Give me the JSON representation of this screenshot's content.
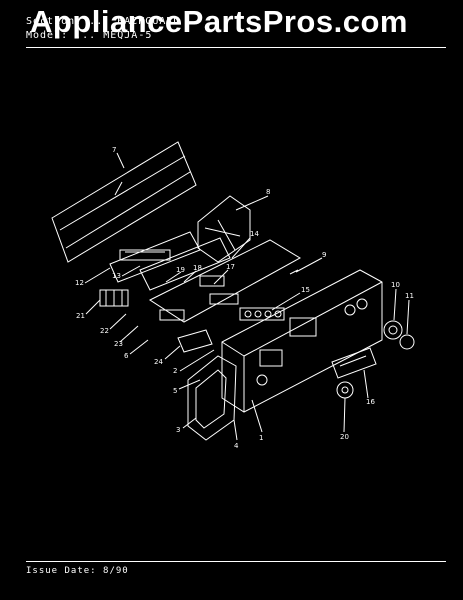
{
  "header": {
    "section_line": "Section: ... BACKGUARD",
    "model_line": "Model: ... MEQJA-5"
  },
  "watermark": "AppliancePartsPros.com",
  "footer": {
    "issue": "Issue Date: 8/90"
  },
  "diagram": {
    "callouts": [
      "7",
      "8",
      "9",
      "10",
      "11",
      "12",
      "13",
      "14",
      "15",
      "16",
      "17",
      "18",
      "19",
      "20",
      "21",
      "22",
      "23",
      "24",
      "1",
      "2",
      "3",
      "4",
      "5",
      "6"
    ]
  }
}
